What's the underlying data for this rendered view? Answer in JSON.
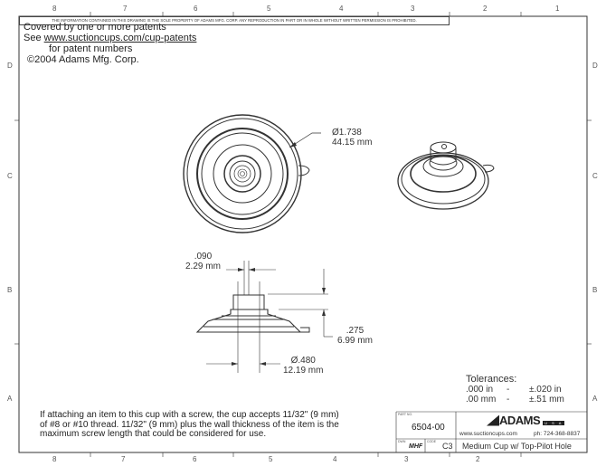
{
  "border": {
    "columns": [
      "8",
      "7",
      "6",
      "5",
      "4",
      "3",
      "2",
      "1"
    ],
    "rows": [
      "D",
      "C",
      "B",
      "A"
    ],
    "banner": "THE INFORMATION CONTAINED IN THIS DRAWING IS THE SOLE PROPERTY OF ADAMS MFG. CORP. ANY REPRODUCTION IN PART OR IN WHOLE WITHOUT WRITTEN PERMISSION IS PROHIBITED."
  },
  "notes": {
    "line1": "Covered by one or more patents",
    "line2_prefix": "See ",
    "link": "www.suctioncups.com/cup-patents",
    "line3": "for patent numbers",
    "copyright": "©2004 Adams Mfg. Corp."
  },
  "dimensions": {
    "diameter_in": "Ø1.738",
    "diameter_mm": "44.15 mm",
    "hole_in": ".090",
    "hole_mm": "2.29 mm",
    "height_in": ".275",
    "height_mm": "6.99 mm",
    "base_in": "Ø.480",
    "base_mm": "12.19 mm"
  },
  "screw_note": [
    "If attaching an item to this cup with a screw, the cup accepts 11/32\" (9 mm)",
    "of #8 or #10 thread.  11/32\" (9 mm) plus the wall thickness of the item is the",
    "maximum screw length that could be considered for use."
  ],
  "tolerances": {
    "title": "Tolerances:",
    "in_label": ".000 in",
    "in_dash": "-",
    "in_value": "±.020 in",
    "mm_label": ".00 mm",
    "mm_dash": "-",
    "mm_value": "±.51 mm"
  },
  "title_block": {
    "part_no_label": "PART NO.",
    "part_no": "6504-00",
    "logo_text": "ADAMS",
    "logo_sub": "U S A",
    "website": "www.suctioncups.com",
    "phone": "ph: 724-368-8837",
    "drawn_label": "DWN",
    "drawn": "MHF",
    "code_label": "CODE",
    "code": "C3",
    "description": "Medium Cup w/ Top-Pilot Hole"
  }
}
